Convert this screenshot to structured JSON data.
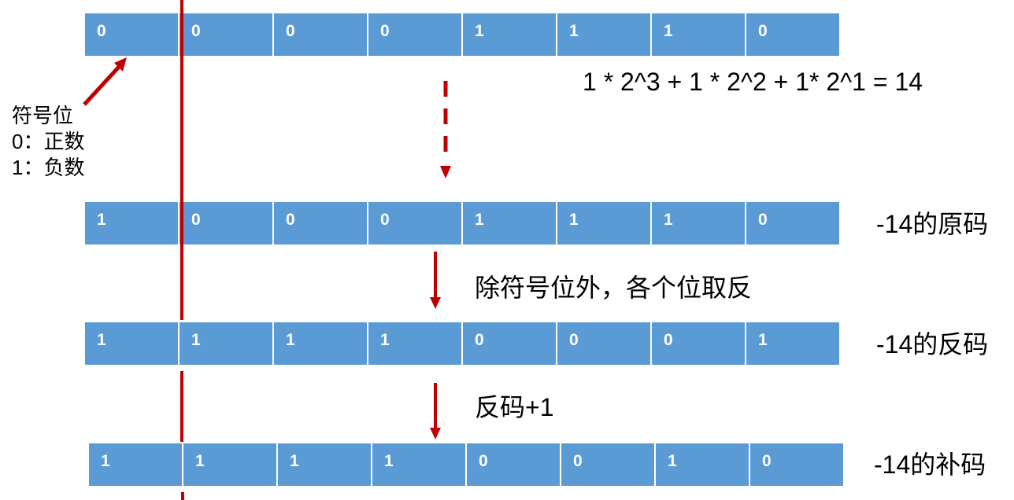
{
  "rows": [
    {
      "id": "positive-14",
      "bits": [
        "0",
        "0",
        "0",
        "0",
        "1",
        "1",
        "1",
        "0"
      ],
      "label": ""
    },
    {
      "id": "sign-magnitude",
      "bits": [
        "1",
        "0",
        "0",
        "0",
        "1",
        "1",
        "1",
        "0"
      ],
      "label": "-14的原码"
    },
    {
      "id": "ones-complement",
      "bits": [
        "1",
        "1",
        "1",
        "1",
        "0",
        "0",
        "0",
        "1"
      ],
      "label": "-14的反码"
    },
    {
      "id": "twos-complement",
      "bits": [
        "1",
        "1",
        "1",
        "1",
        "0",
        "0",
        "1",
        "0"
      ],
      "label": "-14的补码"
    }
  ],
  "formula": "1 * 2^3 + 1 * 2^2 + 1* 2^1 = 14",
  "sign_note": {
    "title": "符号位",
    "line1": "0：正数",
    "line2": "1：负数"
  },
  "steps": {
    "invert": "除符号位外，各个位取反",
    "plus_one": "反码+1"
  },
  "colors": {
    "cell_fill": "#5b9bd5",
    "cell_text": "#ffffff",
    "arrow": "#c00000"
  }
}
